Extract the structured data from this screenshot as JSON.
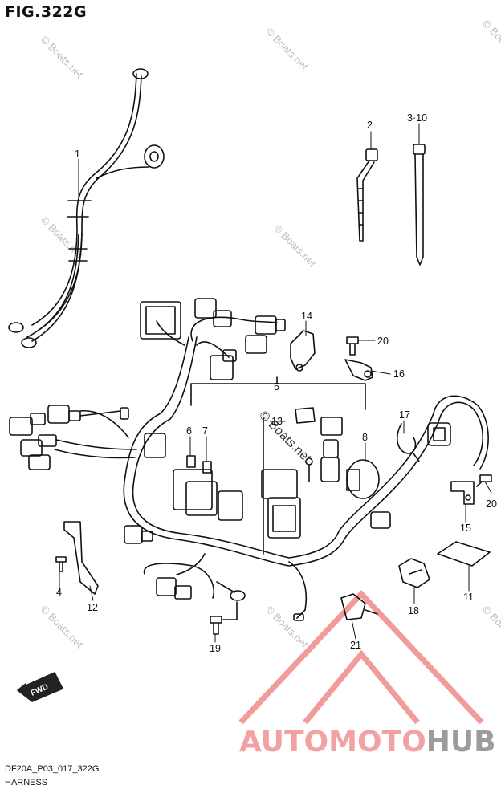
{
  "figure": {
    "title": "FIG.322G",
    "code": "DF20A_P03_017_322G",
    "caption": "HARNESS"
  },
  "callouts": [
    "1",
    "2",
    "3·10",
    "14",
    "20",
    "16",
    "5",
    "13",
    "6",
    "7",
    "8",
    "17",
    "20",
    "15",
    "4",
    "12",
    "11",
    "18",
    "21",
    "19"
  ],
  "watermark": {
    "text": "© Boats.net"
  },
  "badge": {
    "text": "FWD"
  },
  "logo": {
    "part1": "AUTOMOTO",
    "part2": "HUB",
    "color1": "#f2a2a2",
    "color2": "#9c9c9c"
  },
  "colors": {
    "line": "#111111",
    "triangle": "#f08a8a"
  }
}
